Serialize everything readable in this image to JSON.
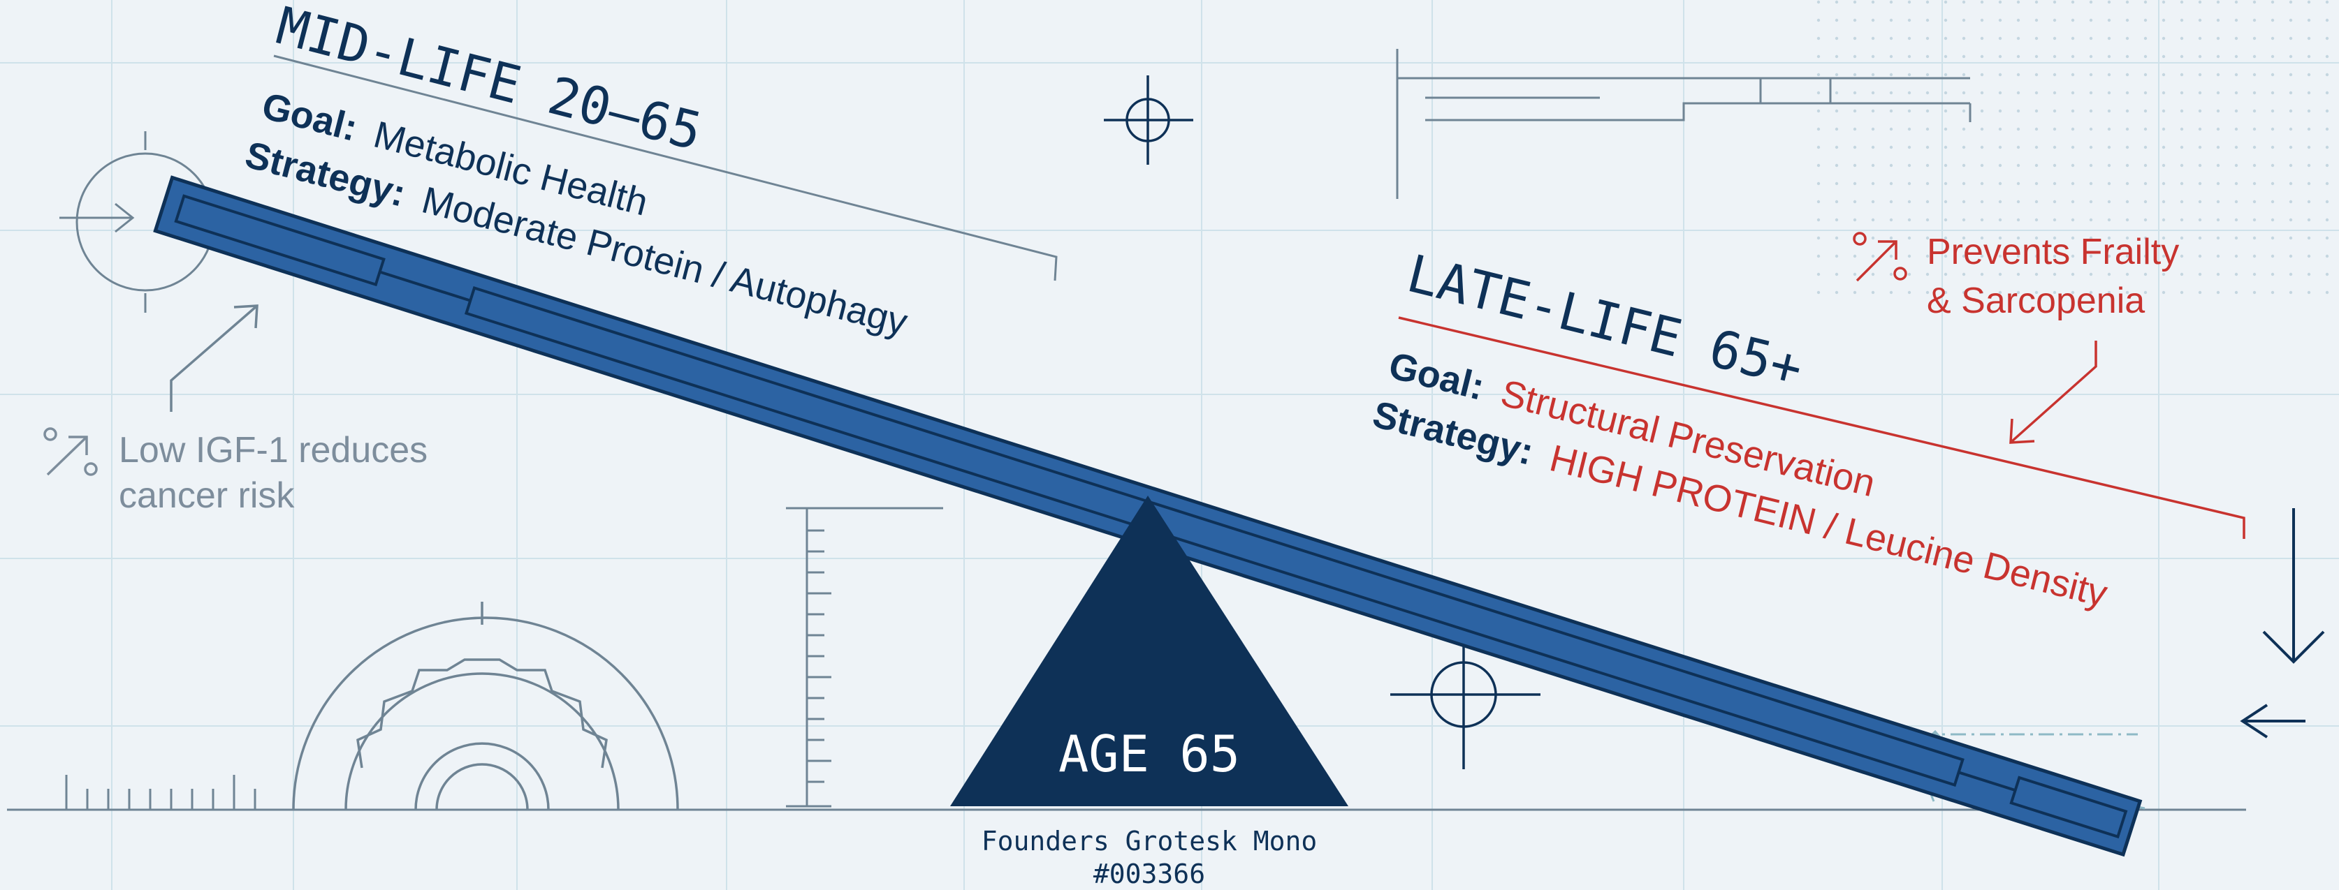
{
  "mid_life": {
    "title": "MID-LIFE 20–65",
    "goal_label": "Goal:",
    "goal_value": "Metabolic Health",
    "strategy_label": "Strategy:",
    "strategy_value": "Moderate Protein / Autophagy"
  },
  "late_life": {
    "title": "LATE-LIFE 65+",
    "goal_label": "Goal:",
    "goal_value": "Structural Preservation",
    "strategy_label": "Strategy:",
    "strategy_value": "HIGH PROTEIN / Leucine Density"
  },
  "callouts": {
    "frailty_line1": "Prevents Frailty",
    "frailty_line2": "& Sarcopenia",
    "igf_line1": "Low IGF-1 reduces",
    "igf_line2": "cancer risk"
  },
  "fulcrum": {
    "label": "AGE 65"
  },
  "footer": {
    "font_name": "Founders Grotesk Mono",
    "color_code": "#003366"
  },
  "colors": {
    "navy": "#0e3157",
    "beam": "#2c63a3",
    "red": "#c8332f",
    "grid": "#cfe2ea",
    "sketch": "#6f8494"
  },
  "icons": [
    "arrow-in-circle-icon",
    "crosshair-icon",
    "gear-icon",
    "scale-icon",
    "link-arrow-icon",
    "down-arrow-icon",
    "left-arrow-icon"
  ]
}
